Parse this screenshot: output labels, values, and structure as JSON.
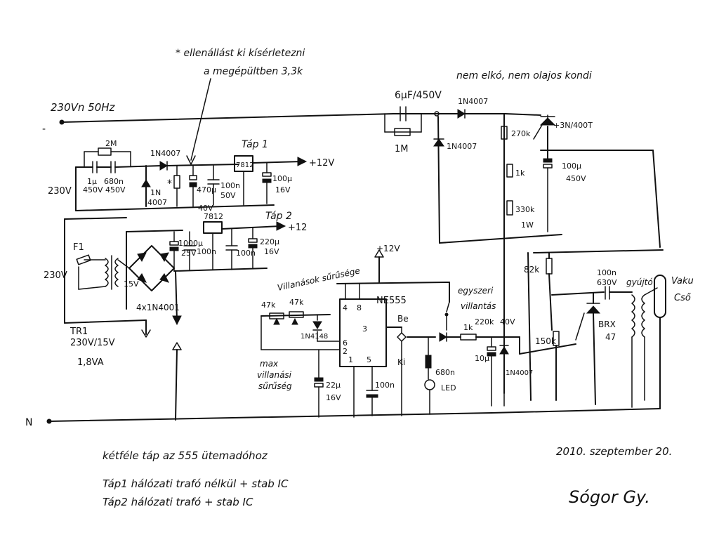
{
  "schematic": {
    "mains_line": "230Vn 50Hz",
    "minus_sign": "-",
    "neutral": "N",
    "note_line1": "* ellenállást ki kísérletezni",
    "note_line2": "a megépültben 3,3k",
    "nonpolar_cap_note": "nem elkó, nem olajos kondi",
    "tap1_title": "Táp 1",
    "tap1_out": "+12V",
    "tap2_title": "Táp 2",
    "tap2_out": "+12",
    "vcc_label": "+12V",
    "in_230v_top": "230V",
    "in_230v_mid": "230V",
    "fuse": "F1",
    "sec_15v": "15V",
    "bridge": "4x1N4001",
    "transformer_name": "TR1",
    "transformer_ratio": "230V/15V",
    "transformer_power": "1,8VA",
    "r_2m": "2M",
    "c_1u": "1μ",
    "c_1u_v": "450V",
    "c_680n": "680n",
    "c_680n_v": "450V",
    "d_1n4007_t1a": "1N4007",
    "d_1n4007_t1b": "1N",
    "d_1n4007_t1b2": "4007",
    "resistor_star": "*",
    "c_470u": "470μ",
    "c_470u_v": "40V",
    "c_100n_t1": "100n",
    "c_100n_t1_v": "50V",
    "reg_t1": "7812",
    "c_100u_t1": "100μ",
    "c_100u_t1_v": "16V",
    "c_1000u": "1000μ",
    "c_1000u_v": "25V",
    "reg_t2": "7812",
    "c_100n_t2a": "100n",
    "c_100n_t2b": "100n",
    "c_220u_t2": "220μ",
    "c_220u_t2_v": "16V",
    "c_6u": "6μF/450V",
    "r_1m": "1M",
    "d_1n4007_hv1": "1N4007",
    "d_1n4007_hv2": "1N4007",
    "r_270k": "270k",
    "r_1k": "1k",
    "r_330k": "330k",
    "r_330k_p": "1W",
    "thyristor": "+3N/400T",
    "c_100u_hv": "100μ",
    "c_100u_hv_v": "450V",
    "r_82k": "82k",
    "r_150k": "150k",
    "c_100n_630": "100n",
    "c_100n_630_v": "630V",
    "trigger_coil": "gyújtó",
    "tube_line1": "Vaku",
    "tube_line2": "Cső",
    "brx": "BRX",
    "brx_num": "47",
    "ne555": "NE555",
    "ic_pin4": "4",
    "ic_pin8": "8",
    "ic_pin3": "3",
    "ic_pin6": "6",
    "ic_pin2": "2",
    "ic_pin1": "1",
    "ic_pin5": "5",
    "pot_47k_a": "47k",
    "pot_47k_b": "47k",
    "d_1n4148": "1N4148",
    "freq_label": "Villanások sűrűsége",
    "max_line1": "max",
    "max_line2": "villanási",
    "max_line3": "sűrűség",
    "c_22u": "22μ",
    "c_22u_v": "16V",
    "c_100n_555": "100n",
    "switch_be": "Be",
    "switch_ki": "Ki",
    "r_680": "680n",
    "led": "LED",
    "r_1k_b": "1k",
    "r_220k": "220k",
    "r_220k_v": "40V",
    "c_10u": "10μ",
    "d_1n4007_b": "1N4007",
    "single_flash_line1": "egyszeri",
    "single_flash_line2": "villantás",
    "footer_line1": "kétféle táp az 555 ütemadóhoz",
    "footer_line2": "Táp1 hálózati trafó nélkül + stab IC",
    "footer_line3": "Táp2 hálózati trafó + stab IC",
    "date": "2010. szeptember 20.",
    "signature": "Sógor Gy."
  }
}
